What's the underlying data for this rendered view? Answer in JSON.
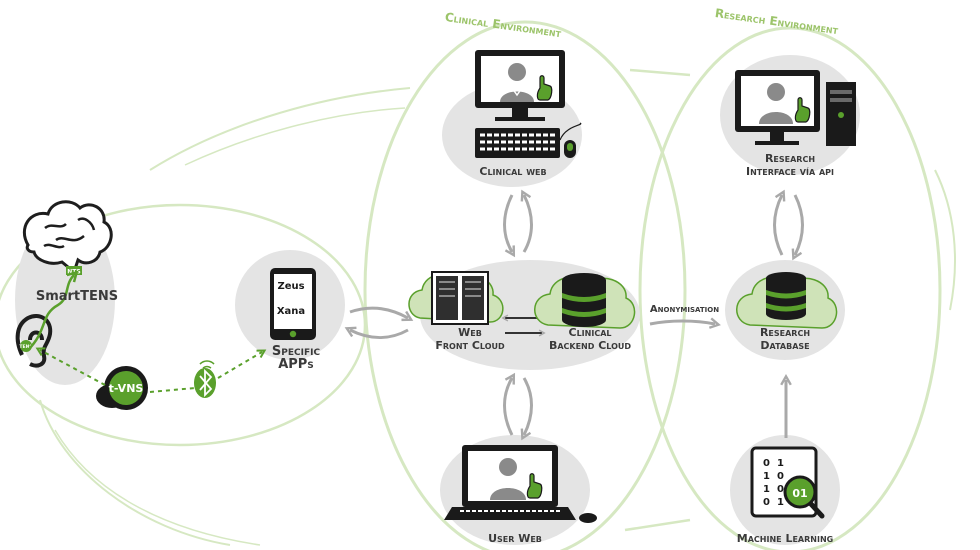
{
  "environments": {
    "clinical": "Clinical Environment",
    "research": "Research Environment"
  },
  "nodes": {
    "smarttens": "SmartTENS",
    "nts_tag": "NTS",
    "tens_tag": "TENS",
    "tvns": "t-VNS",
    "apps": [
      "Specific",
      "APPs"
    ],
    "app_logos": [
      "Zeus",
      "Xana"
    ],
    "clinical_web": "Clinical web",
    "web_front_cloud": [
      "Web",
      "Front Cloud"
    ],
    "clinical_backend_cloud": [
      "Clinical",
      "Backend Cloud"
    ],
    "user_web": "User Web",
    "anonymisation": "Anonymisation",
    "research_interface": [
      "Research",
      "Interface vía api"
    ],
    "research_database": [
      "Research",
      "Database"
    ],
    "machine_learning": "Machine Learning",
    "ml_digits": [
      "0",
      "1",
      "1",
      "0",
      "1",
      "0",
      "0",
      "1"
    ],
    "ml_lens": "01"
  },
  "colors": {
    "accent_green": "#5aa02c",
    "ring_green": "#d6e8c2",
    "cloud_gray": "#e4e4e4",
    "arrow_gray": "#a9a9a9",
    "dark": "#2b2b2b"
  }
}
